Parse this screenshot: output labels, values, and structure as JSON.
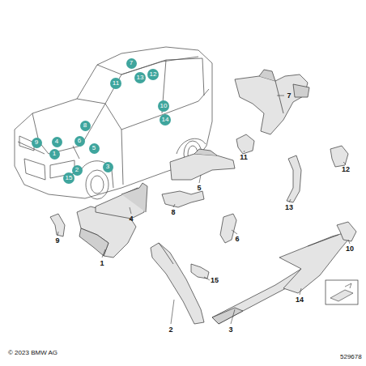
{
  "diagram": {
    "nodes": [
      {
        "text": [
          "9"
        ]
      },
      {
        "text": [
          "4"
        ]
      },
      {
        "text": [
          "1"
        ]
      },
      {
        "text": [
          "8"
        ]
      },
      {
        "text": [
          "6"
        ]
      },
      {
        "text": [
          "5"
        ]
      },
      {
        "text": [
          "2"
        ]
      },
      {
        "text": [
          "15"
        ]
      },
      {
        "text": [
          "3"
        ]
      },
      {
        "text": [
          "7"
        ]
      },
      {
        "text": [
          "11"
        ]
      },
      {
        "text": [
          "13"
        ]
      },
      {
        "text": [
          "12"
        ]
      },
      {
        "text": [
          "10"
        ]
      },
      {
        "text": [
          "14"
        ]
      }
    ],
    "edges": [],
    "labels": [
      "1",
      "2",
      "3",
      "4",
      "5",
      "6",
      "7",
      "8",
      "9",
      "10",
      "11",
      "12",
      "13",
      "14",
      "15",
      "© 2023 BMW AG",
      "529678"
    ]
  }
}
